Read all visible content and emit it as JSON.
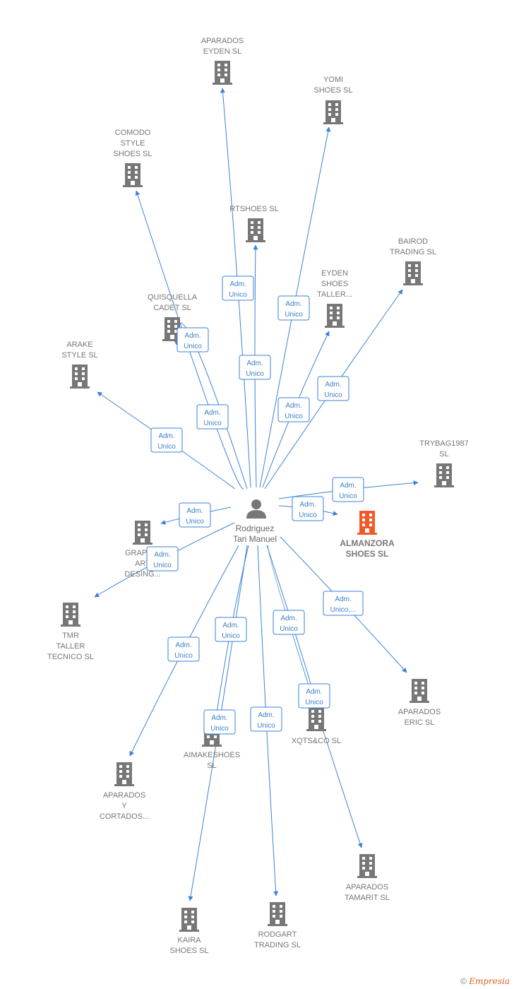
{
  "center": {
    "line1": "Rodriguez",
    "line2": "Tari Manuel",
    "icon": "person-icon"
  },
  "colors": {
    "edge": "#3b82d8",
    "building": "#777777",
    "highlight": "#f05a28",
    "badge_border": "#3b82d8"
  },
  "nodes": [
    {
      "id": "aparados-eyden",
      "lines": [
        "APARADOS",
        "EYDEN  SL"
      ],
      "badge": [
        "Adm.",
        "Unico"
      ]
    },
    {
      "id": "yomi",
      "lines": [
        "YOMI",
        "SHOES  SL"
      ],
      "badge": [
        "Adm.",
        "Unico"
      ]
    },
    {
      "id": "comodo",
      "lines": [
        "COMODO",
        "STYLE",
        "SHOES  SL"
      ],
      "badge": [
        "Adm.",
        "Unico"
      ]
    },
    {
      "id": "rtshoes",
      "lines": [
        "RTSHOES  SL"
      ],
      "badge": [
        "Adm.",
        "Unico"
      ]
    },
    {
      "id": "bairod",
      "lines": [
        "BAIROD",
        "TRADING SL"
      ],
      "badge": [
        "Adm.",
        "Unico"
      ]
    },
    {
      "id": "eyden-taller",
      "lines": [
        "EYDEN",
        "SHOES",
        "TALLER..."
      ],
      "badge": [
        "Adm.",
        "Unico"
      ]
    },
    {
      "id": "quisquella",
      "lines": [
        "QUISQUELLA",
        "CADET  SL"
      ],
      "badge": [
        "Adm.",
        "Unico"
      ]
    },
    {
      "id": "arake",
      "lines": [
        "ARAKE",
        "STYLE  SL"
      ],
      "badge": [
        "Adm.",
        "Unico"
      ]
    },
    {
      "id": "trybag",
      "lines": [
        "TRYBAG1987",
        "SL"
      ],
      "badge": [
        "Adm.",
        "Unico"
      ]
    },
    {
      "id": "almanzora",
      "lines": [
        "ALMANZORA",
        "SHOES  SL"
      ],
      "badge": [
        "Adm.",
        "Unico"
      ],
      "highlight": true
    },
    {
      "id": "graphic",
      "lines": [
        "GRAPHIC",
        "ART",
        "DESING..."
      ],
      "badge": [
        "Adm.",
        "Unico"
      ]
    },
    {
      "id": "tmr",
      "lines": [
        "TMR",
        "TALLER",
        "TECNICO  SL"
      ],
      "badge": [
        "Adm.",
        "Unico"
      ]
    },
    {
      "id": "aparados-eric",
      "lines": [
        "APARADOS",
        "ERIC  SL"
      ],
      "badge": [
        "Adm.",
        "Unico,..."
      ]
    },
    {
      "id": "xqts",
      "lines": [
        "XQTS&CO  SL"
      ],
      "badge": [
        "Adm.",
        "Unico"
      ]
    },
    {
      "id": "aimakeshoes",
      "lines": [
        "AIMAKESHOES",
        "SL"
      ],
      "badge": [
        "Adm.",
        "Unico"
      ]
    },
    {
      "id": "aparados-cortados",
      "lines": [
        "APARADOS",
        "Y",
        "CORTADOS..."
      ],
      "badge": [
        "Adm.",
        "Unico"
      ]
    },
    {
      "id": "aparados-tamarit",
      "lines": [
        "APARADOS",
        "TAMARIT  SL"
      ],
      "badge": [
        "Adm.",
        "Unico"
      ]
    },
    {
      "id": "kaira",
      "lines": [
        "KAIRA",
        "SHOES  SL"
      ],
      "badge": [
        "Adm.",
        "Unico"
      ]
    },
    {
      "id": "rodgart",
      "lines": [
        "RODGART",
        "TRADING  SL"
      ],
      "badge": [
        "Adm.",
        "Unico"
      ]
    }
  ],
  "footer": {
    "copyright_symbol": "©",
    "brand": "Empresia"
  }
}
